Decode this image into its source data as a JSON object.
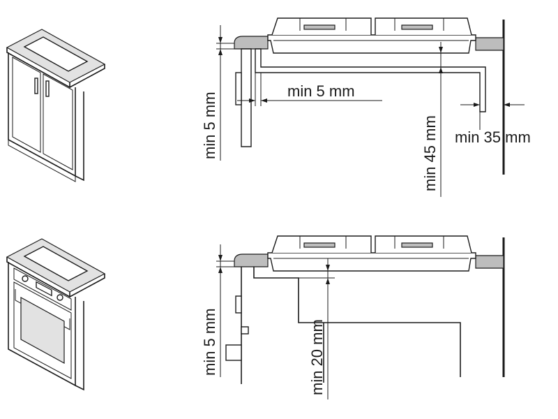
{
  "top_diagram": {
    "label_left_gap": "min 5 mm",
    "label_side_gap": "min 5 mm",
    "label_under_clearance": "min 45 mm",
    "label_wall_gap": "min 35 mm"
  },
  "bottom_diagram": {
    "label_left_gap": "min 5 mm",
    "label_under_clearance": "min 20 mm"
  },
  "colors": {
    "line": "#1a1a1a",
    "worktop": "#bdbdbd",
    "panel": "#e2e2e2",
    "background": "#ffffff"
  }
}
